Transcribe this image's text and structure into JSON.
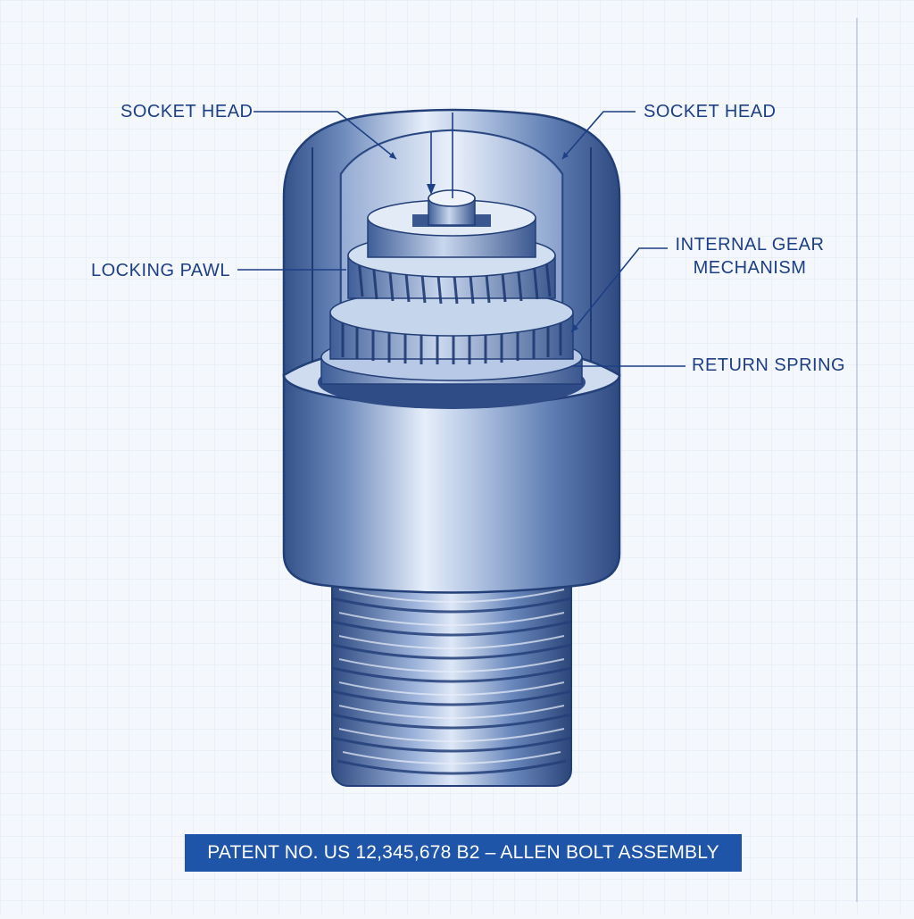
{
  "labels": {
    "socket_head_left": "SOCKET HEAD",
    "socket_head_right": "SOCKET HEAD",
    "internal_gear_line1": "INTERNAL GEAR",
    "internal_gear_line2": "MECHANISM",
    "locking_pawl": "LOCKING PAWL",
    "return_spring": "RETURN SPRING"
  },
  "banner": {
    "text": "PATENT NO. US 12,345,678 B2 – ALLEN BOLT ASSEMBLY"
  },
  "colors": {
    "background": "#f4f7fb",
    "grid": "#dde5f1",
    "ink": "#1d3f86",
    "banner": "#1e55a8",
    "metal_dark": "#3a5a93",
    "metal_light": "#dfe9f7"
  }
}
